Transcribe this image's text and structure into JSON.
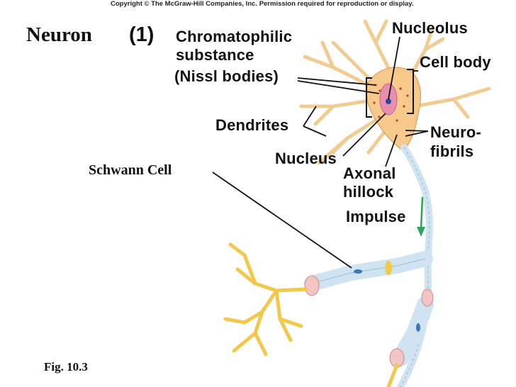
{
  "copyright": "Copyright © The McGraw-Hill Companies, Inc. Permission required for reproduction or display.",
  "title": "Neuron",
  "title_number": "(1)",
  "labels": {
    "chromatophilic_line1": "Chromatophilic",
    "chromatophilic_line2": "substance",
    "nissl": "(Nissl bodies)",
    "nucleolus": "Nucleolus",
    "cell_body": "Cell body",
    "dendrites": "Dendrites",
    "neurofibrils_line1": "Neuro-",
    "neurofibrils_line2": "fibrils",
    "nucleus": "Nucleus",
    "axonal_line1": "Axonal",
    "axonal_line2": "hillock",
    "impulse": "Impulse",
    "schwann_cell": "Schwann Cell"
  },
  "figure_label": "Fig. 10.3",
  "colors": {
    "cell_body": "#f7c98a",
    "nucleus": "#e88fb0",
    "dendrite": "#f5d7a0",
    "axon": "#cfe3f0",
    "terminal": "#f2c84b",
    "impulse_arrow": "#2aa55a"
  }
}
